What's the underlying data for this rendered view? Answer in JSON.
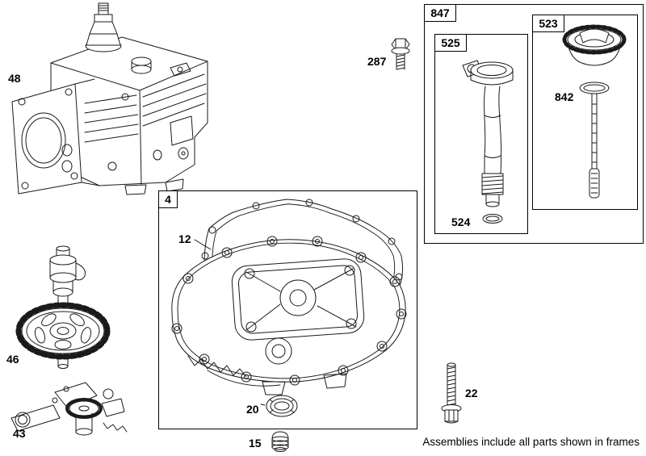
{
  "diagram": {
    "footer_note": "Assemblies include all parts shown in frames",
    "colors": {
      "line": "#1a1a1a",
      "background": "#ffffff"
    },
    "frame_labels": {
      "f847": "847",
      "f525": "525",
      "f523": "523",
      "f4": "4"
    },
    "part_labels": {
      "n48": "48",
      "n287": "287",
      "n842": "842",
      "n524": "524",
      "n12": "12",
      "n46": "46",
      "n43": "43",
      "n20": "20",
      "n15": "15",
      "n22": "22"
    }
  }
}
